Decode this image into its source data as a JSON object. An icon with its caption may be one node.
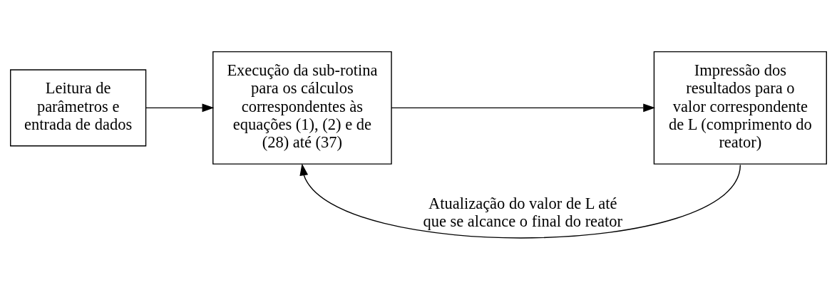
{
  "diagram": {
    "nodes": [
      {
        "text": [
          "Leitura de parâmetros e entrada de dados"
        ]
      },
      {
        "text": [
          "Execução da sub-rotina para os cálculos correspondentes às equações (1), (2) e de (28) até (37)"
        ]
      },
      {
        "text": [
          "Impressão dos resultados para o valor correspondente de L (comprimento do reator)"
        ]
      }
    ],
    "edges": [
      {
        "from": 0,
        "to": 1,
        "arrow": "to"
      },
      {
        "from": 1,
        "to": 2,
        "arrow": "to"
      },
      {
        "from": 2,
        "to": 1,
        "arrow": "to",
        "label": "Atualização do valor de L até que se alcance o final do reator"
      }
    ]
  }
}
